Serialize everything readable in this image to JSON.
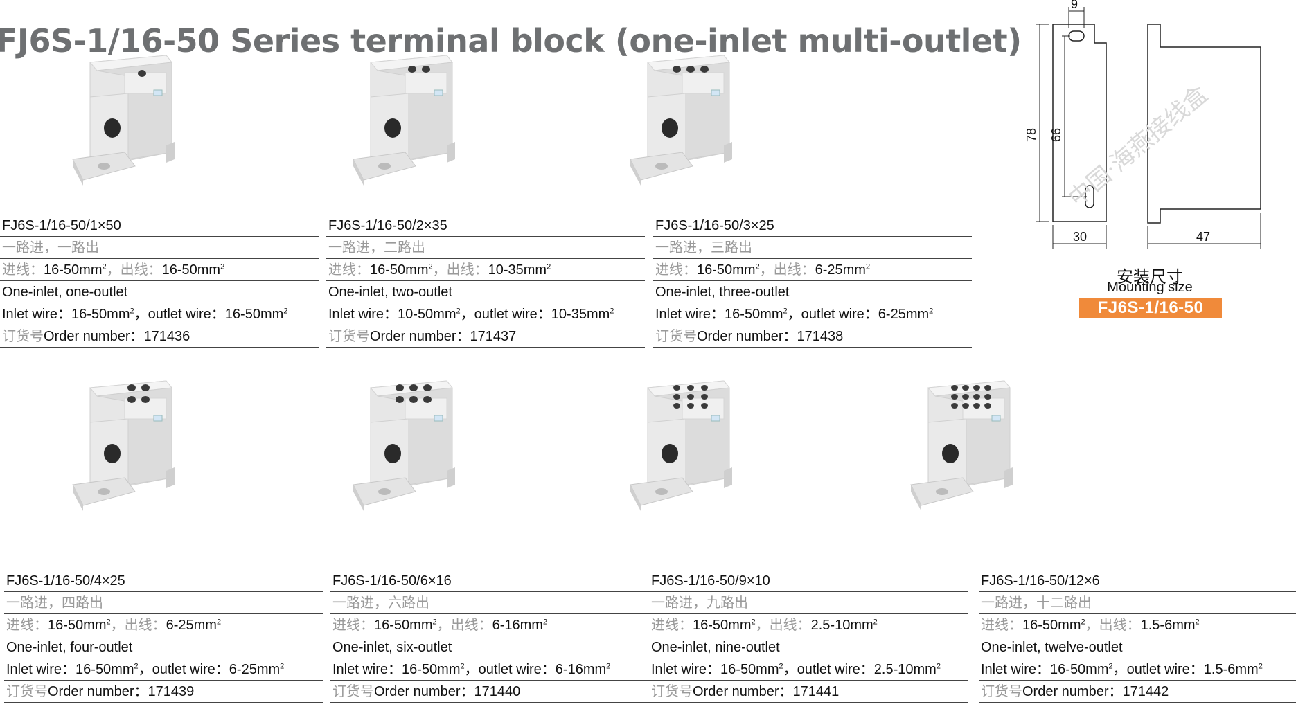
{
  "title": "FJ6S-1/16-50 Series terminal block (one-inlet multi-outlet)",
  "labels": {
    "inlet_cn": "进线：",
    "outlet_cn": "，出线：",
    "inlet_en": "Inlet wire：",
    "outlet_en": "，outlet wire：",
    "order_cn": "订货号",
    "order_en": "Order number："
  },
  "products": [
    {
      "model": "FJ6S-1/16-50/1×50",
      "desc_cn": "一路进，一路出",
      "cn_in": "16-50mm",
      "cn_out": "16-50mm",
      "desc_en": "One-inlet, one-outlet",
      "en_in": "16-50mm",
      "en_out": "16-50mm",
      "order": "171436",
      "holes": 1
    },
    {
      "model": "FJ6S-1/16-50/2×35",
      "desc_cn": "一路进，二路出",
      "cn_in": "16-50mm",
      "cn_out": "10-35mm",
      "desc_en": "One-inlet, two-outlet",
      "en_in": "10-50mm",
      "en_out": "10-35mm",
      "order": "171437",
      "holes": 2
    },
    {
      "model": "FJ6S-1/16-50/3×25",
      "desc_cn": "一路进，三路出",
      "cn_in": "16-50mm",
      "cn_out": "6-25mm",
      "desc_en": "One-inlet, three-outlet",
      "en_in": "16-50mm",
      "en_out": "6-25mm",
      "order": "171438",
      "holes": 3
    },
    {
      "model": "FJ6S-1/16-50/4×25",
      "desc_cn": "一路进，四路出",
      "cn_in": "16-50mm",
      "cn_out": "6-25mm",
      "desc_en": "One-inlet, four-outlet",
      "en_in": "16-50mm",
      "en_out": "6-25mm",
      "order": "171439",
      "holes": 4
    },
    {
      "model": "FJ6S-1/16-50/6×16",
      "desc_cn": "一路进，六路出",
      "cn_in": "16-50mm",
      "cn_out": "6-16mm",
      "desc_en": "One-inlet, six-outlet",
      "en_in": "16-50mm",
      "en_out": "6-16mm",
      "order": "171440",
      "holes": 6
    },
    {
      "model": "FJ6S-1/16-50/9×10",
      "desc_cn": "一路进，九路出",
      "cn_in": "16-50mm",
      "cn_out": "2.5-10mm",
      "desc_en": "One-inlet, nine-outlet",
      "en_in": "16-50mm",
      "en_out": "2.5-10mm",
      "order": "171441",
      "holes": 9
    },
    {
      "model": "FJ6S-1/16-50/12×6",
      "desc_cn": "一路进，十二路出",
      "cn_in": "16-50mm",
      "cn_out": "1.5-6mm",
      "desc_en": "One-inlet, twelve-outlet",
      "en_in": "16-50mm",
      "en_out": "1.5-6mm",
      "order": "171442",
      "holes": 12
    }
  ],
  "mounting": {
    "label_cn": "安装尺寸",
    "label_en": "Mounting size",
    "badge": "FJ6S-1/16-50",
    "dims": {
      "top": "9",
      "height": "78",
      "inner": "66",
      "width": "30",
      "depth": "47"
    },
    "watermark": "中国·海燕接线盒"
  },
  "colors": {
    "badge": "#f08a3a",
    "title": "#6e7072",
    "cn_text": "#9a9a9a"
  }
}
